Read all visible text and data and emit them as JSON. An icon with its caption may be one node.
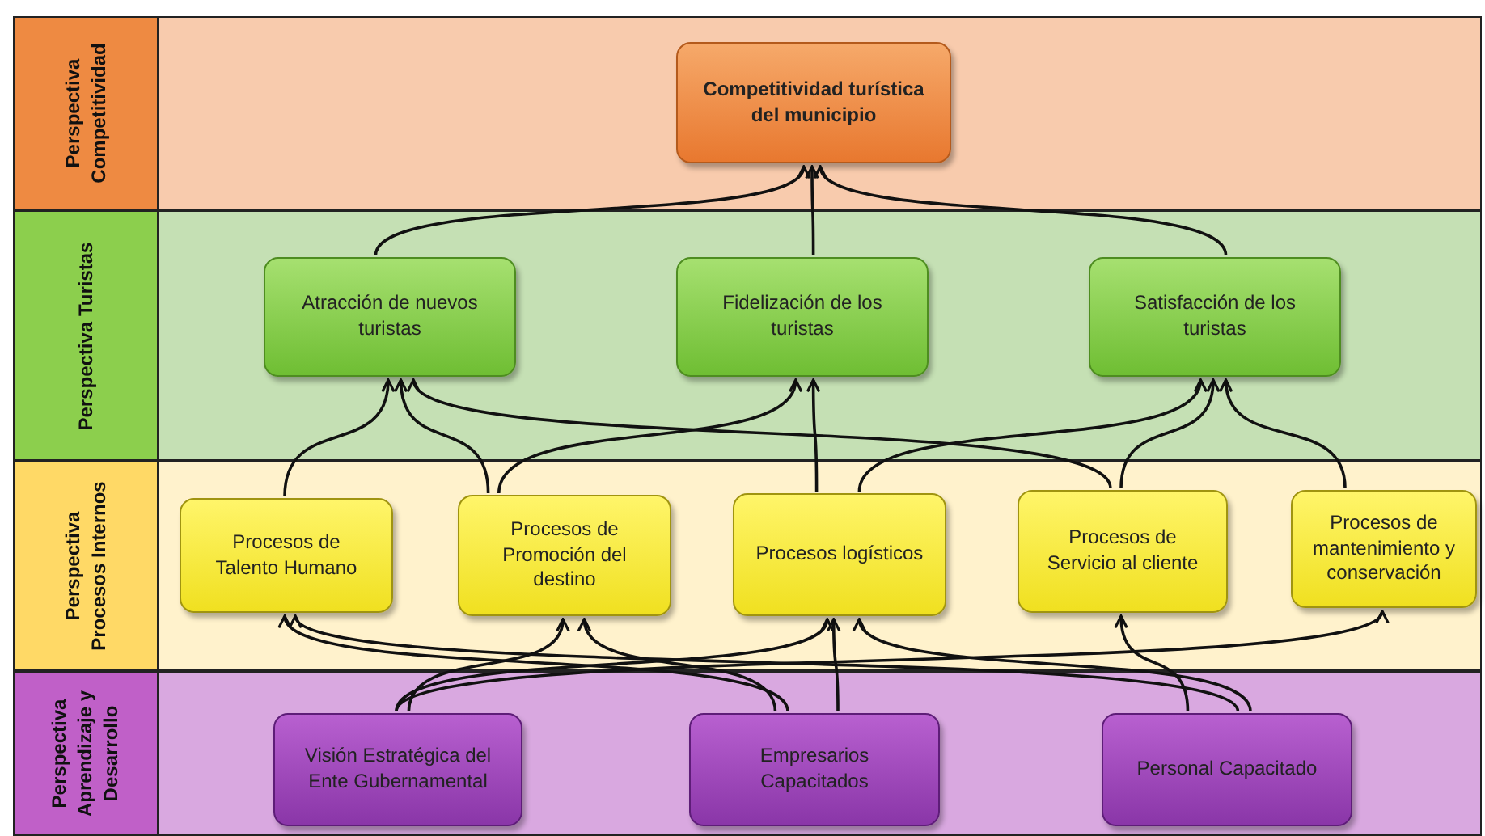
{
  "diagram": {
    "nodes": [
      {
        "text": [
          "Perspectiva Competitividad"
        ]
      },
      {
        "text": [
          "Competitividad turística del municipio"
        ],
        "in": 0
      },
      {
        "text": [
          "Perspectiva Turistas"
        ]
      },
      {
        "text": [
          "Atracción de nuevos turistas"
        ],
        "in": 2
      },
      {
        "text": [
          "Fidelización de los turistas"
        ],
        "in": 2
      },
      {
        "text": [
          "Satisfacción de los turistas"
        ],
        "in": 2
      },
      {
        "text": [
          "Perspectiva Procesos Internos"
        ]
      },
      {
        "text": [
          "Procesos de Talento Humano"
        ],
        "in": 6
      },
      {
        "text": [
          "Procesos de Promoción del destino"
        ],
        "in": 6
      },
      {
        "text": [
          "Procesos logísticos"
        ],
        "in": 6
      },
      {
        "text": [
          "Procesos de Servicio al cliente"
        ],
        "in": 6
      },
      {
        "text": [
          "Procesos de mantenimiento y conservación"
        ],
        "in": 6
      },
      {
        "text": [
          "Perspectiva Aprendizaje y Desarrollo"
        ]
      },
      {
        "text": [
          "Visión Estratégica del Ente Gubernamental"
        ],
        "in": 12
      },
      {
        "text": [
          "Empresarios Capacitados"
        ],
        "in": 12
      },
      {
        "text": [
          "Personal Capacitado"
        ],
        "in": 12
      }
    ],
    "edges": [
      {
        "from": 3,
        "to": 1,
        "arrow": "to"
      },
      {
        "from": 4,
        "to": 1,
        "arrow": "to"
      },
      {
        "from": 5,
        "to": 1,
        "arrow": "to"
      },
      {
        "from": 7,
        "to": 3,
        "arrow": "to"
      },
      {
        "from": 8,
        "to": 3,
        "arrow": "to"
      },
      {
        "from": 10,
        "to": 3,
        "arrow": "to"
      },
      {
        "from": 8,
        "to": 4,
        "arrow": "to"
      },
      {
        "from": 9,
        "to": 4,
        "arrow": "to"
      },
      {
        "from": 9,
        "to": 5,
        "arrow": "to"
      },
      {
        "from": 10,
        "to": 5,
        "arrow": "to"
      },
      {
        "from": 11,
        "to": 5,
        "arrow": "to"
      },
      {
        "from": 13,
        "to": 8,
        "arrow": "to"
      },
      {
        "from": 13,
        "to": 9,
        "arrow": "to"
      },
      {
        "from": 13,
        "to": 11,
        "arrow": "to"
      },
      {
        "from": 14,
        "to": 7,
        "arrow": "to"
      },
      {
        "from": 14,
        "to": 8,
        "arrow": "to"
      },
      {
        "from": 14,
        "to": 9,
        "arrow": "to"
      },
      {
        "from": 15,
        "to": 7,
        "arrow": "to"
      },
      {
        "from": 15,
        "to": 9,
        "arrow": "to"
      },
      {
        "from": 15,
        "to": 10,
        "arrow": "to"
      }
    ]
  }
}
